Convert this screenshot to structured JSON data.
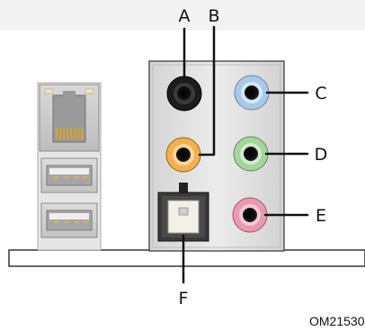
{
  "callouts": {
    "a": "A",
    "b": "B",
    "c": "C",
    "d": "D",
    "e": "E",
    "f": "F"
  },
  "figure_code": "OM21530",
  "colors": {
    "jack_black": "#1c1c1c",
    "jack_blue": "#a9c9e6",
    "jack_orange": "#f4b04a",
    "jack_green": "#a6d49d",
    "jack_pink": "#e79ab1",
    "panel_face": "#e2e2e2",
    "optical_port": "#f3f1e3"
  }
}
